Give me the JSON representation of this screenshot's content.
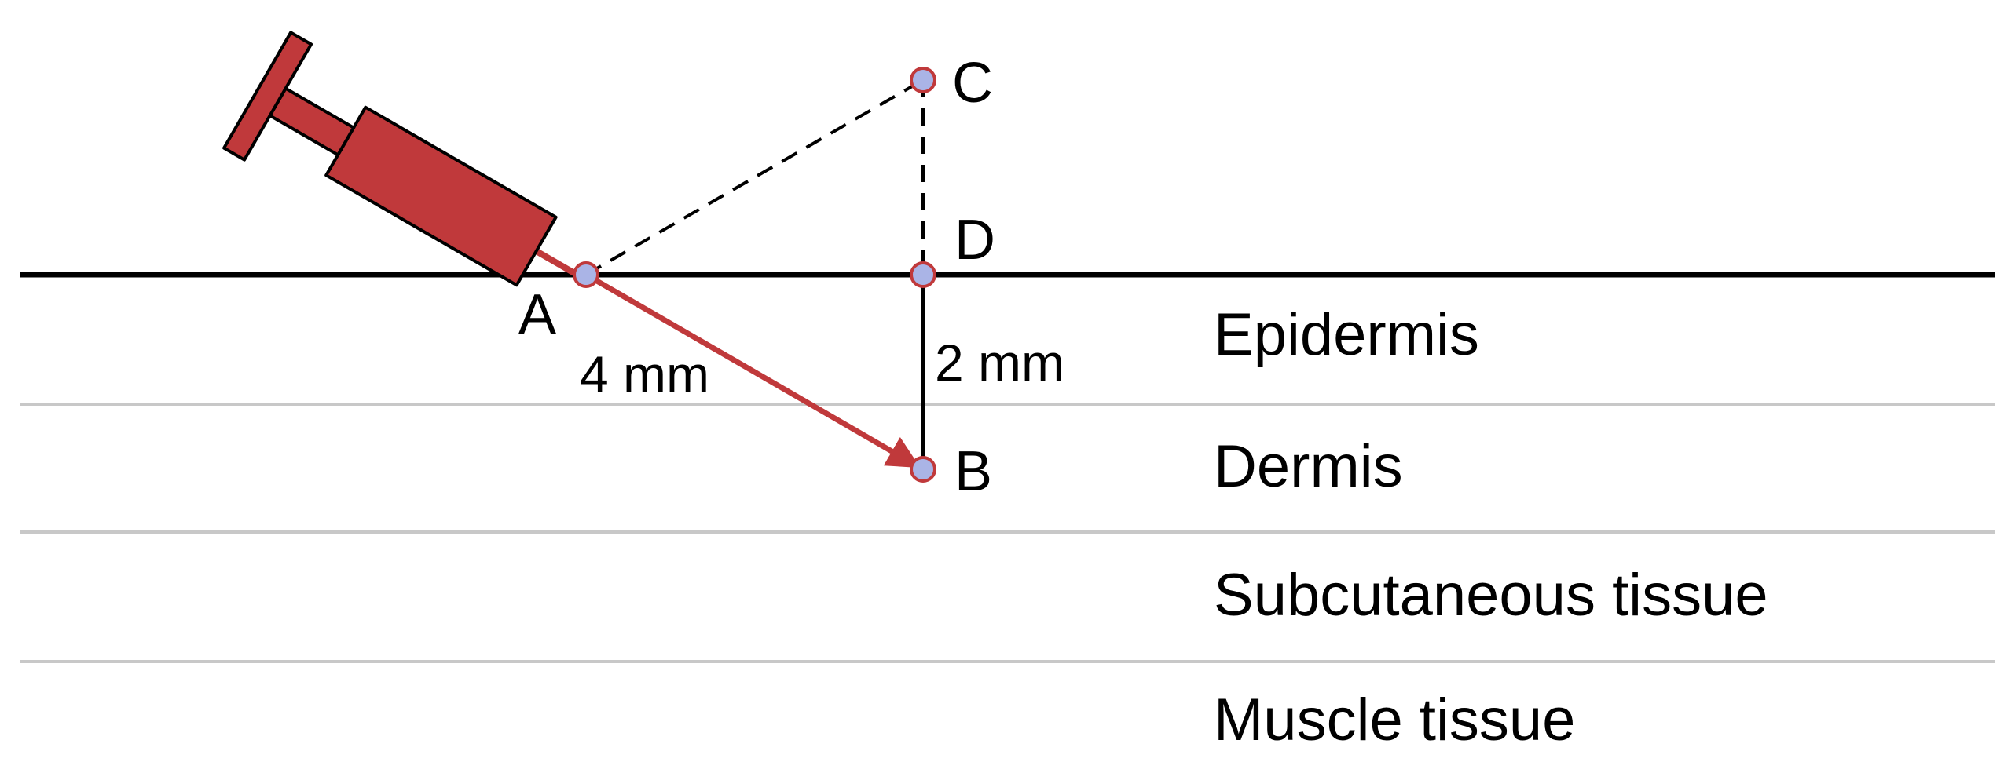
{
  "diagram": {
    "points": {
      "a": "A",
      "b": "B",
      "c": "C",
      "d": "D"
    },
    "measurements": {
      "ab": "4 mm",
      "db": "2 mm"
    },
    "layers": [
      {
        "label": "Epidermis"
      },
      {
        "label": "Dermis"
      },
      {
        "label": "Subcutaneous tissue"
      },
      {
        "label": "Muscle tissue"
      }
    ],
    "colors": {
      "syringe": "#c0393b",
      "needle": "#c0393b",
      "point_fill": "#aab4e6",
      "point_stroke": "#c0393b",
      "skin_line": "#000000",
      "layer_divider": "#c8c8c8"
    },
    "icons": {
      "syringe": "syringe-icon"
    }
  }
}
